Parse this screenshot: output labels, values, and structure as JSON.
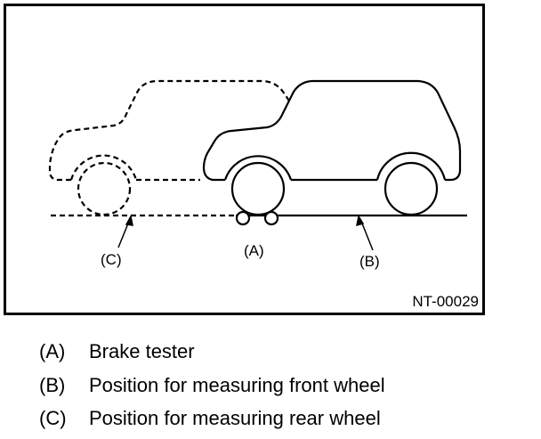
{
  "figure": {
    "code": "NT-00029",
    "callouts": {
      "A": "(A)",
      "B": "(B)",
      "C": "(C)"
    },
    "elements": {
      "dashed_vehicle": "Vehicle outline at rear-wheel measuring position (dashed)",
      "solid_vehicle": "Vehicle outline at front-wheel measuring position (solid)",
      "brake_tester": "Brake tester rollers"
    },
    "line_color": "#000000",
    "background_color": "#ffffff"
  },
  "legend": {
    "items": [
      {
        "key": "(A)",
        "text": "Brake tester"
      },
      {
        "key": "(B)",
        "text": "Position for measuring front wheel"
      },
      {
        "key": "(C)",
        "text": "Position for measuring rear wheel"
      }
    ]
  }
}
